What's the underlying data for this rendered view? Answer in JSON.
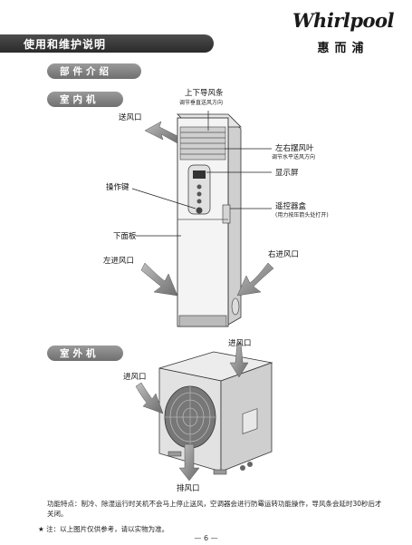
{
  "header": {
    "brand_en": "Whirlpool",
    "brand_cn": "惠而浦",
    "section_title": "使用和维护说明"
  },
  "sections": {
    "components": "部件介绍",
    "indoor": "室内机",
    "outdoor": "室外机"
  },
  "indoor_labels": {
    "air_outlet": "送风口",
    "vertical_louver": "上下导风条",
    "vertical_louver_sub": "调节垂直送风方向",
    "horizontal_louver": "左右摆风叶",
    "horizontal_louver_sub": "调节水平送风方向",
    "display": "显示屏",
    "control_keys": "操作键",
    "remote_box": "遥控器盒",
    "remote_box_sub": "(用力按压箭头处打开)",
    "lower_panel": "下面板",
    "left_inlet": "左进风口",
    "right_inlet": "右进风口"
  },
  "outdoor_labels": {
    "inlet_top": "进风口",
    "inlet_left": "进风口",
    "outlet": "排风口"
  },
  "footer": {
    "feature_note": "功能特点：制冷、除湿运行时关机不会马上停止送风，空调器会进行防霉运转功能操作，导风条会延时30秒后才关闭。",
    "disclaimer_star": "★",
    "disclaimer": "注：以上图片仅供参考，请以实物为准。",
    "page_number": "— 6 —"
  },
  "colors": {
    "title_bar": "#3a3a3a",
    "pill": "#808080",
    "arrow": "#8a8a8a"
  }
}
